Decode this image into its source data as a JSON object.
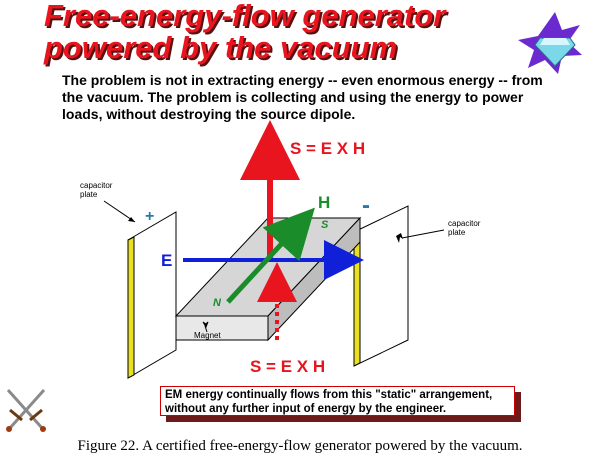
{
  "title": "Free-energy-flow generator powered by the vacuum",
  "intro": "The problem is not in extracting energy -- even enormous energy -- from the vacuum.  The problem is collecting and using the energy to power loads, without destroying the source dipole.",
  "labels": {
    "sexh_top": "S = E X H",
    "sexh_bottom": "S = E X H",
    "h": "H",
    "e": "E",
    "s": "S",
    "n": "N",
    "plus": "+",
    "minus": "-",
    "cap_left_1": "capacitor",
    "cap_left_2": "plate",
    "cap_right_1": "capacitor",
    "cap_right_2": "plate",
    "magnet": "Magnet"
  },
  "note": "EM energy continually flows from this \"static\" arrangement, without any further input of energy by the engineer.",
  "figure_caption": "Figure 22.  A certified free-energy-flow generator powered by the vacuum.",
  "colors": {
    "title_red": "#e8141e",
    "arrow_red": "#e8141e",
    "arrow_green": "#1a8c2a",
    "arrow_blue": "#1020d8",
    "plate_edge": "#e8e020",
    "minus_blue": "#2a7aa8"
  },
  "icons": [
    "diamond-icon",
    "crossed-swords-icon"
  ]
}
